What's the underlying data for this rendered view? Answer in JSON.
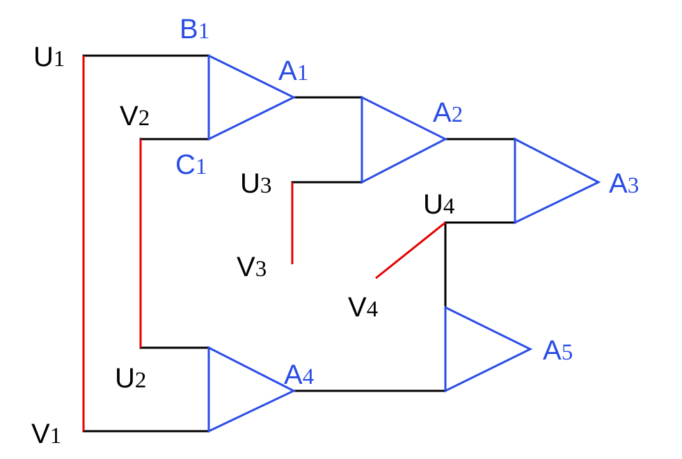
{
  "colors": {
    "wire": "#000000",
    "red_wire": "#e60000",
    "gate": "#2a4de6",
    "blue_label": "#2a4de6",
    "black_label": "#000000"
  },
  "labels": {
    "U1": {
      "main": "U",
      "sub": "1"
    },
    "B1": {
      "main": "B",
      "sub": "1"
    },
    "A1": {
      "main": "A",
      "sub": "1"
    },
    "V2": {
      "main": "V",
      "sub": "2"
    },
    "C1": {
      "main": "C",
      "sub": "1"
    },
    "U3": {
      "main": "U",
      "sub": "3"
    },
    "A2": {
      "main": "A",
      "sub": "2"
    },
    "A3": {
      "main": "A",
      "sub": "3"
    },
    "U4": {
      "main": "U",
      "sub": "4"
    },
    "V3": {
      "main": "V",
      "sub": "3"
    },
    "V4": {
      "main": "V",
      "sub": "4"
    },
    "A5": {
      "main": "A",
      "sub": "5"
    },
    "U2": {
      "main": "U",
      "sub": "2"
    },
    "A4": {
      "main": "A",
      "sub": "4"
    },
    "V1": {
      "main": "V",
      "sub": "1"
    }
  },
  "icons": {
    "gate_shape": "triangle-gate-icon"
  }
}
